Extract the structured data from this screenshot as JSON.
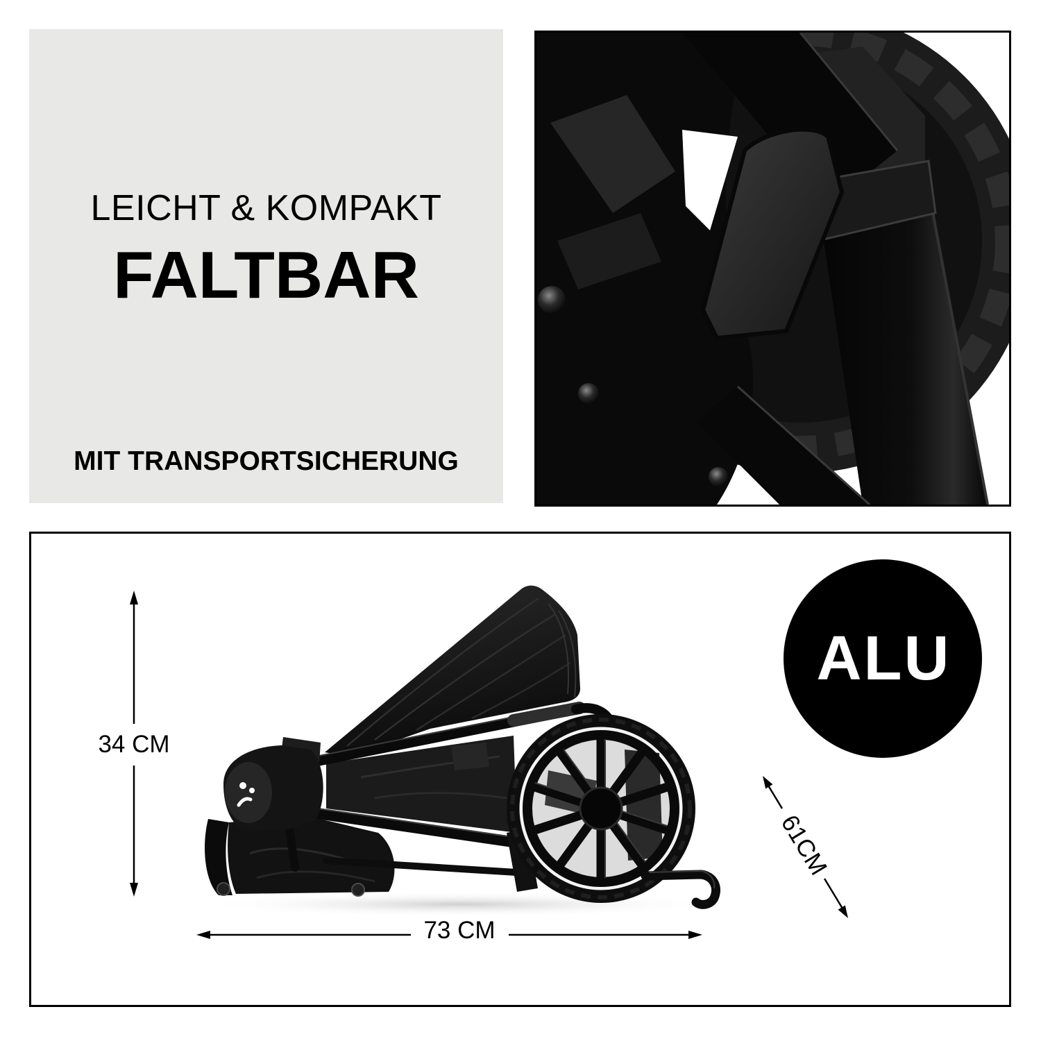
{
  "feature_panel": {
    "subtitle": "LEICHT & KOMPAKT",
    "title": "FALTBAR",
    "detail": "MIT TRANSPORTSICHERUNG"
  },
  "material_badge": {
    "label": "ALU"
  },
  "dimensions": {
    "height": "34 CM",
    "length": "73 CM",
    "width": "61CM"
  },
  "colors": {
    "panel_background": "#e8e8e7",
    "ink": "#000000",
    "page_background": "#ffffff"
  }
}
